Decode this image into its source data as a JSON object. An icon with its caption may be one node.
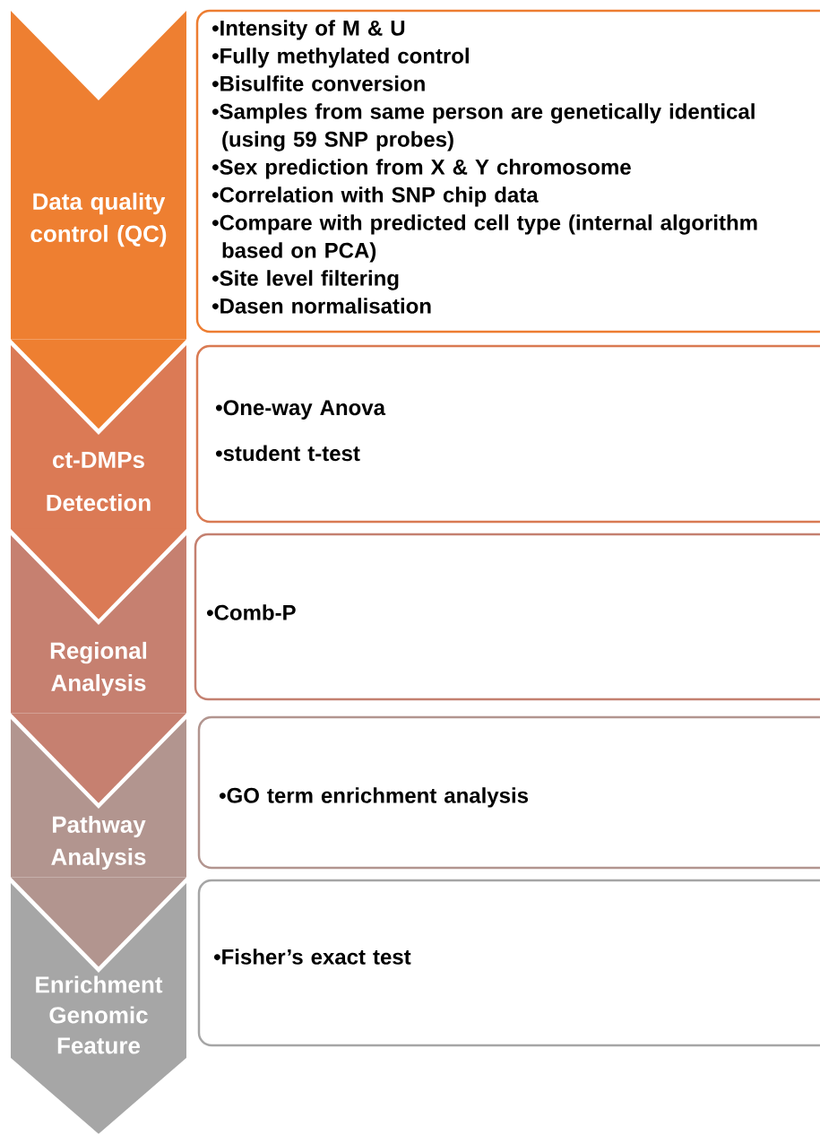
{
  "diagram": {
    "nodes": [
      {
        "text": [
          "Data quality control (QC)"
        ]
      },
      {
        "text": [
          "•Intensity of M & U",
          "•Fully methylated control",
          "•Bisulfite conversion",
          "•Samples from same person are genetically identical (using 59 SNP probes)",
          "•Sex prediction from X & Y chromosome",
          "•Correlation with SNP chip data",
          "•Compare with predicted cell type (internal algorithm based on PCA)",
          "•Site level filtering",
          "•Dasen normalisation"
        ]
      },
      {
        "text": [
          "ct-DMPs Detection"
        ]
      },
      {
        "text": [
          "•One-way Anova",
          "•student t-test"
        ]
      },
      {
        "text": [
          "Regional Analysis"
        ]
      },
      {
        "text": [
          "•Comb-P"
        ]
      },
      {
        "text": [
          "Pathway Analysis"
        ]
      },
      {
        "text": [
          "•GO term enrichment analysis"
        ]
      },
      {
        "text": [
          "Enrichment Genomic Feature"
        ]
      },
      {
        "text": [
          "•Fisher’s exact test"
        ]
      }
    ],
    "edges": [
      {
        "from": 0,
        "to": 2,
        "arrow": "to"
      },
      {
        "from": 2,
        "to": 4,
        "arrow": "to"
      },
      {
        "from": 4,
        "to": 6,
        "arrow": "to"
      },
      {
        "from": 6,
        "to": 8,
        "arrow": "to"
      },
      {
        "from": 8,
        "to": null,
        "arrow": "to"
      }
    ]
  }
}
